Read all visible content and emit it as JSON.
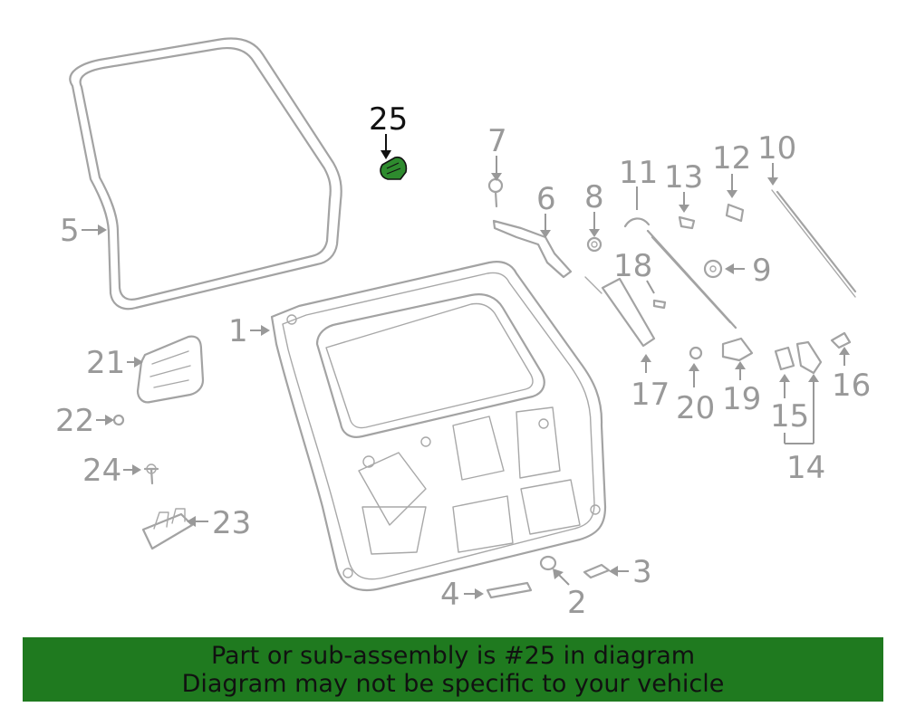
{
  "diagram": {
    "highlight_color": "#2e8b2e",
    "callout_color": "#999999",
    "highlight_callout_color": "#111111",
    "callouts": {
      "c1": "1",
      "c2": "2",
      "c3": "3",
      "c4": "4",
      "c5": "5",
      "c6": "6",
      "c7": "7",
      "c8": "8",
      "c9": "9",
      "c10": "10",
      "c11": "11",
      "c12": "12",
      "c13": "13",
      "c14": "14",
      "c15": "15",
      "c16": "16",
      "c17": "17",
      "c18": "18",
      "c19": "19",
      "c20": "20",
      "c21": "21",
      "c22": "22",
      "c23": "23",
      "c24": "24",
      "c25": "25"
    }
  },
  "banner": {
    "line1": "Part or sub-assembly is #25 in diagram",
    "line2": "Diagram may not be specific to your vehicle",
    "background": "#1f7a1f"
  }
}
